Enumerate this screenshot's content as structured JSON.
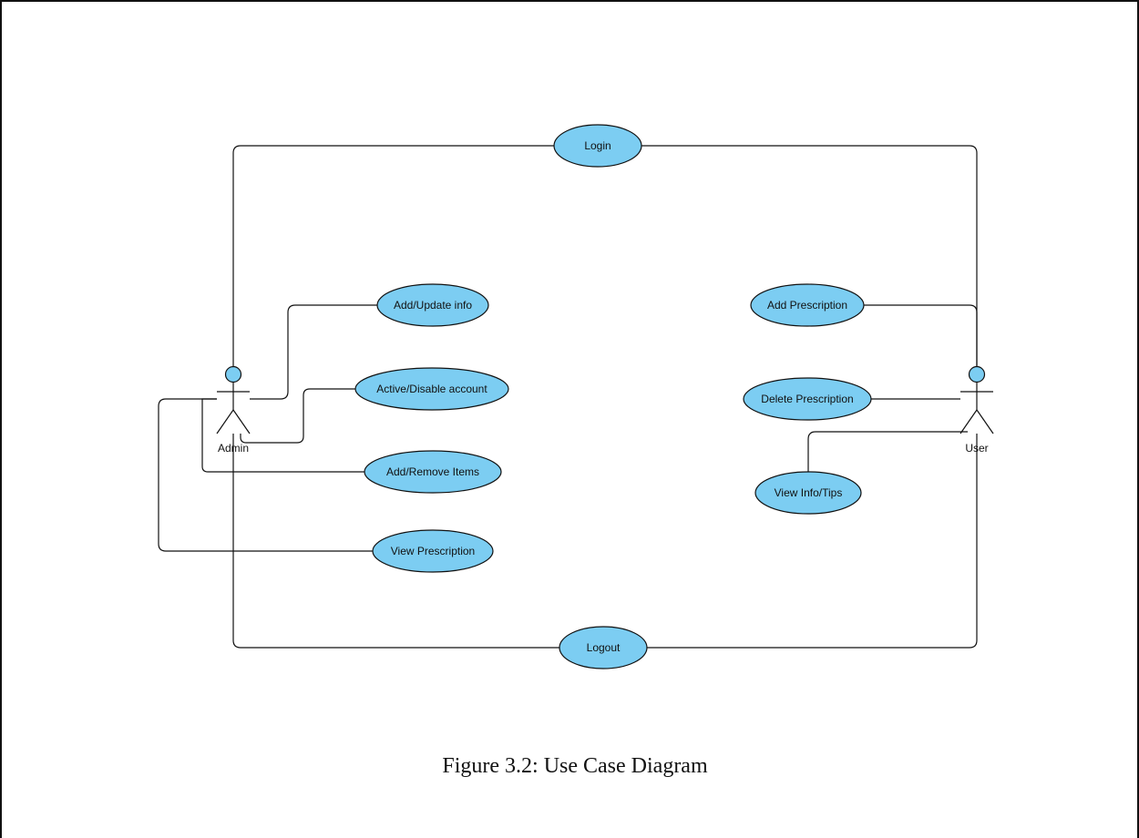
{
  "diagram": {
    "use_cases": {
      "login": "Login",
      "add_update_info": "Add/Update info",
      "active_disable_account": "Active/Disable account",
      "add_remove_items": "Add/Remove Items",
      "view_prescription": "View Prescription",
      "add_prescription": "Add Prescription",
      "delete_prescription": "Delete Prescription",
      "view_info_tips": "View Info/Tips",
      "logout": "Logout"
    },
    "actors": {
      "admin": "Admin",
      "user": "User"
    },
    "colors": {
      "use_case_fill": "#7ccdf2",
      "stroke": "#111111"
    }
  },
  "caption": "Figure 3.2: Use Case Diagram"
}
